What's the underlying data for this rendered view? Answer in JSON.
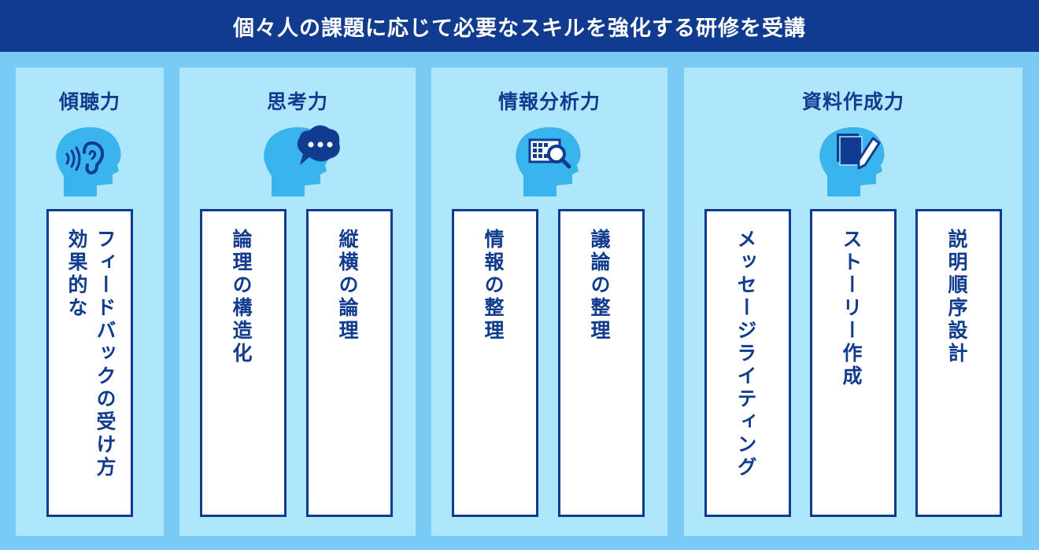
{
  "header": {
    "title": "個々人の課題に応じて必要なスキルを強化する研修を受講"
  },
  "colors": {
    "navy": "#113b8f",
    "background": "#79cbf6",
    "panel": "#aee7fb",
    "icon": "#39b4ec"
  },
  "panels": [
    {
      "title": "傾聴力",
      "icon": "head-ear-icon",
      "items": [
        {
          "line1": "効果的な",
          "line2": "フィードバックの受け方"
        }
      ]
    },
    {
      "title": "思考力",
      "icon": "head-speech-bubble-icon",
      "items": [
        {
          "line1": "論理の構造化"
        },
        {
          "line1": "縦横の論理"
        }
      ]
    },
    {
      "title": "情報分析力",
      "icon": "head-analysis-icon",
      "items": [
        {
          "line1": "情報の整理"
        },
        {
          "line1": "議論の整理"
        }
      ]
    },
    {
      "title": "資料作成力",
      "icon": "head-document-icon",
      "items": [
        {
          "line1": "メッセージライティング"
        },
        {
          "line1": "ストーリー作成"
        },
        {
          "line1": "説明順序設計"
        }
      ]
    }
  ]
}
